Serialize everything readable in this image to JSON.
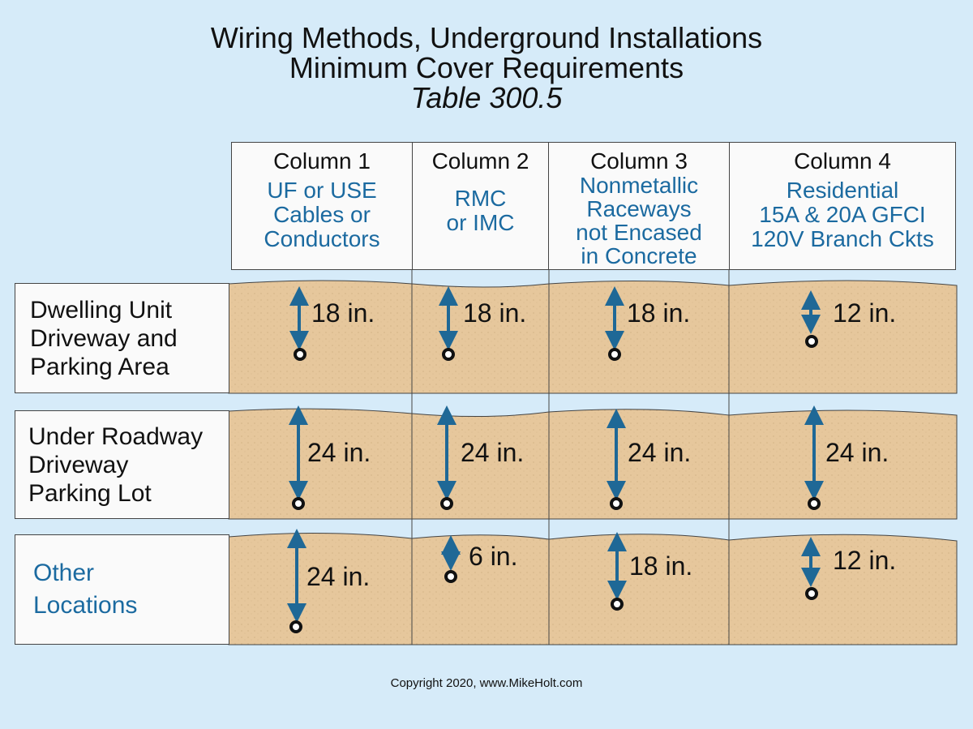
{
  "title": {
    "line1": "Wiring Methods, Underground Installations",
    "line2": "Minimum Cover Requirements",
    "line3": "Table 300.5"
  },
  "columns": [
    {
      "name": "Column 1",
      "desc": [
        "UF or USE",
        "Cables or",
        "Conductors"
      ]
    },
    {
      "name": "Column 2",
      "desc": [
        "RMC",
        "or IMC"
      ]
    },
    {
      "name": "Column 3",
      "desc": [
        "Nonmetallic",
        "Raceways",
        "not Encased",
        "in Concrete"
      ]
    },
    {
      "name": "Column 4",
      "desc": [
        "Residential",
        "15A & 20A GFCI",
        "120V Branch Ckts"
      ]
    }
  ],
  "rows": [
    {
      "label": [
        "Dwelling Unit",
        "Driveway and",
        "Parking Area"
      ],
      "values": [
        "18 in.",
        "18 in.",
        "18 in.",
        "12 in."
      ]
    },
    {
      "label": [
        "Under Roadway",
        "Driveway",
        "Parking Lot"
      ],
      "values": [
        "24 in.",
        "24 in.",
        "24 in.",
        "24 in."
      ]
    },
    {
      "label": [
        "Other",
        "Locations"
      ],
      "values": [
        "24 in.",
        "6 in.",
        "18 in.",
        "12 in."
      ]
    }
  ],
  "colors": {
    "background": "#d6ebf9",
    "soil": "#e6c79c",
    "accent_blue": "#1b6aa0",
    "arrow_blue": "#1f6896"
  },
  "copyright": "Copyright 2020, www.MikeHolt.com"
}
